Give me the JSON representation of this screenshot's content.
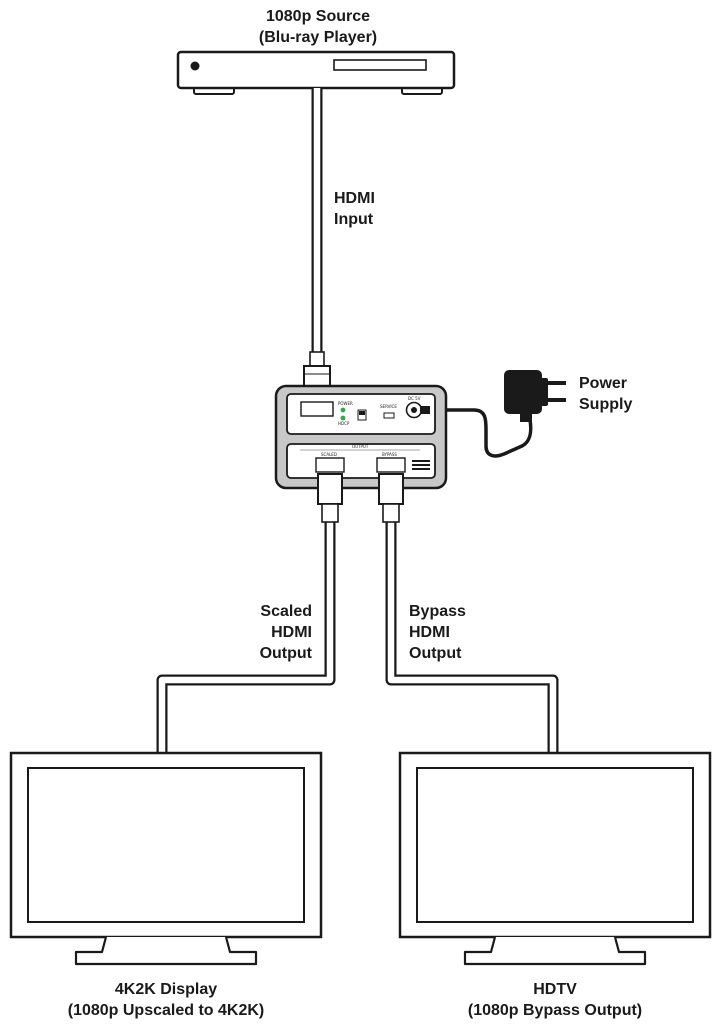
{
  "source": {
    "line1": "1080p Source",
    "line2": "(Blu-ray Player)"
  },
  "hdmi_input": {
    "line1": "HDMI",
    "line2": "Input"
  },
  "power_supply": {
    "line1": "Power",
    "line2": "Supply"
  },
  "scaled_output": {
    "line1": "Scaled",
    "line2": "HDMI",
    "line3": "Output"
  },
  "bypass_output": {
    "line1": "Bypass",
    "line2": "HDMI",
    "line3": "Output"
  },
  "display_left": {
    "line1": "4K2K Display",
    "line2": "(1080p Upscaled to 4K2K)"
  },
  "display_right": {
    "line1": "HDTV",
    "line2": "(1080p Bypass Output)"
  },
  "device_panel": {
    "output_label": "OUTPUT",
    "scaled_port": "SCALED",
    "bypass_port": "BYPASS",
    "dc_label": "DC 5V",
    "service_label": "SERVICE",
    "hdcp_label": "HDCP",
    "power_label": "POWER"
  },
  "colors": {
    "stroke": "#1a1a1a",
    "device_body": "#c8c8c8",
    "panel": "#ffffff",
    "led": "#3fa34d"
  }
}
